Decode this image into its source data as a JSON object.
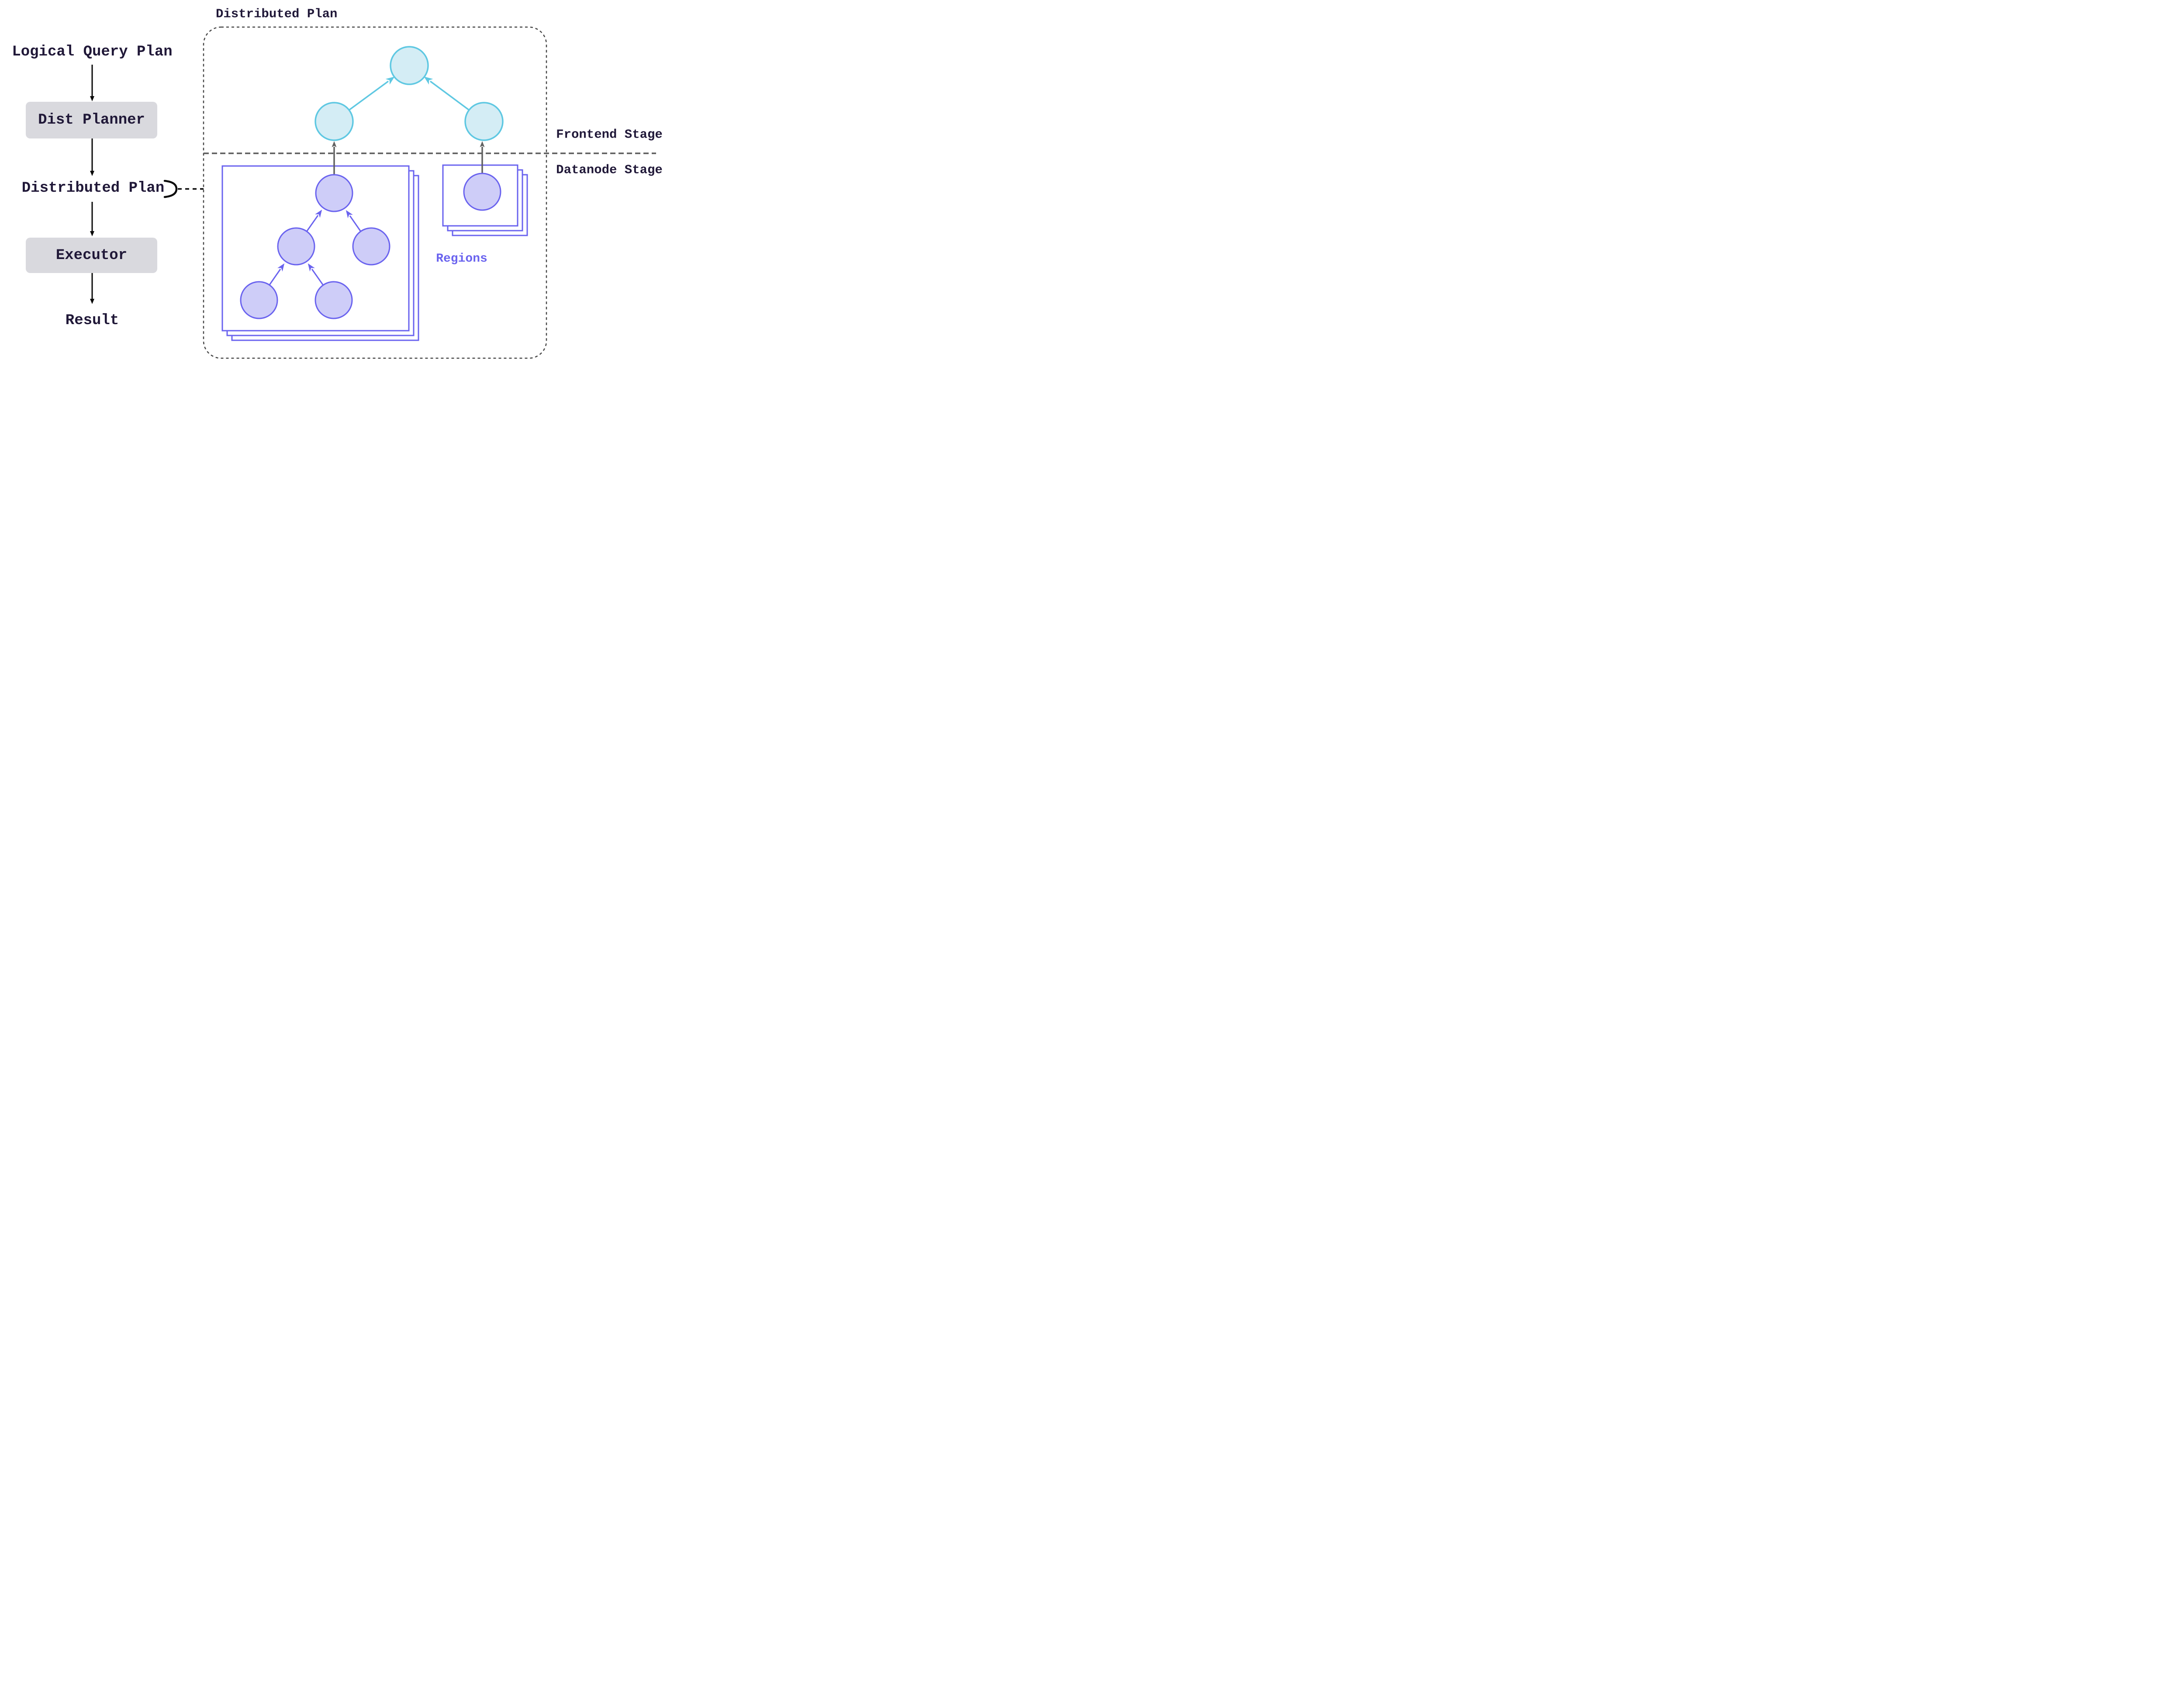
{
  "left_flow": {
    "logical_query_plan_label": "Logical Query Plan",
    "dist_planner_label": "Dist Planner",
    "distributed_plan_label": "Distributed Plan",
    "executor_label": "Executor",
    "result_label": "Result"
  },
  "distributed_plan_panel": {
    "title": "Distributed Plan",
    "frontend_stage_label": "Frontend Stage",
    "datanode_stage_label": "Datanode Stage",
    "regions_label": "Regions",
    "frontend_node_count": 3,
    "datanode_left_tree_node_count": 5,
    "datanode_right_tree_node_count": 1,
    "region_stack_layers": 3
  },
  "colors": {
    "text": "#201838",
    "frontend_node_fill": "#d4edf5",
    "frontend_node_stroke": "#5fc8e2",
    "datanode_node_fill": "#cecdf8",
    "datanode_node_stroke": "#6a63ef",
    "region_box_stroke": "#6a63ef",
    "process_box_fill": "#d9d9de",
    "flow_arrow": "#0a0a0a",
    "stage_arrow": "#616161",
    "panel_dashed_border": "#474747",
    "stage_divider": "#5c5c5c",
    "regions_label": "#6a63ef"
  }
}
